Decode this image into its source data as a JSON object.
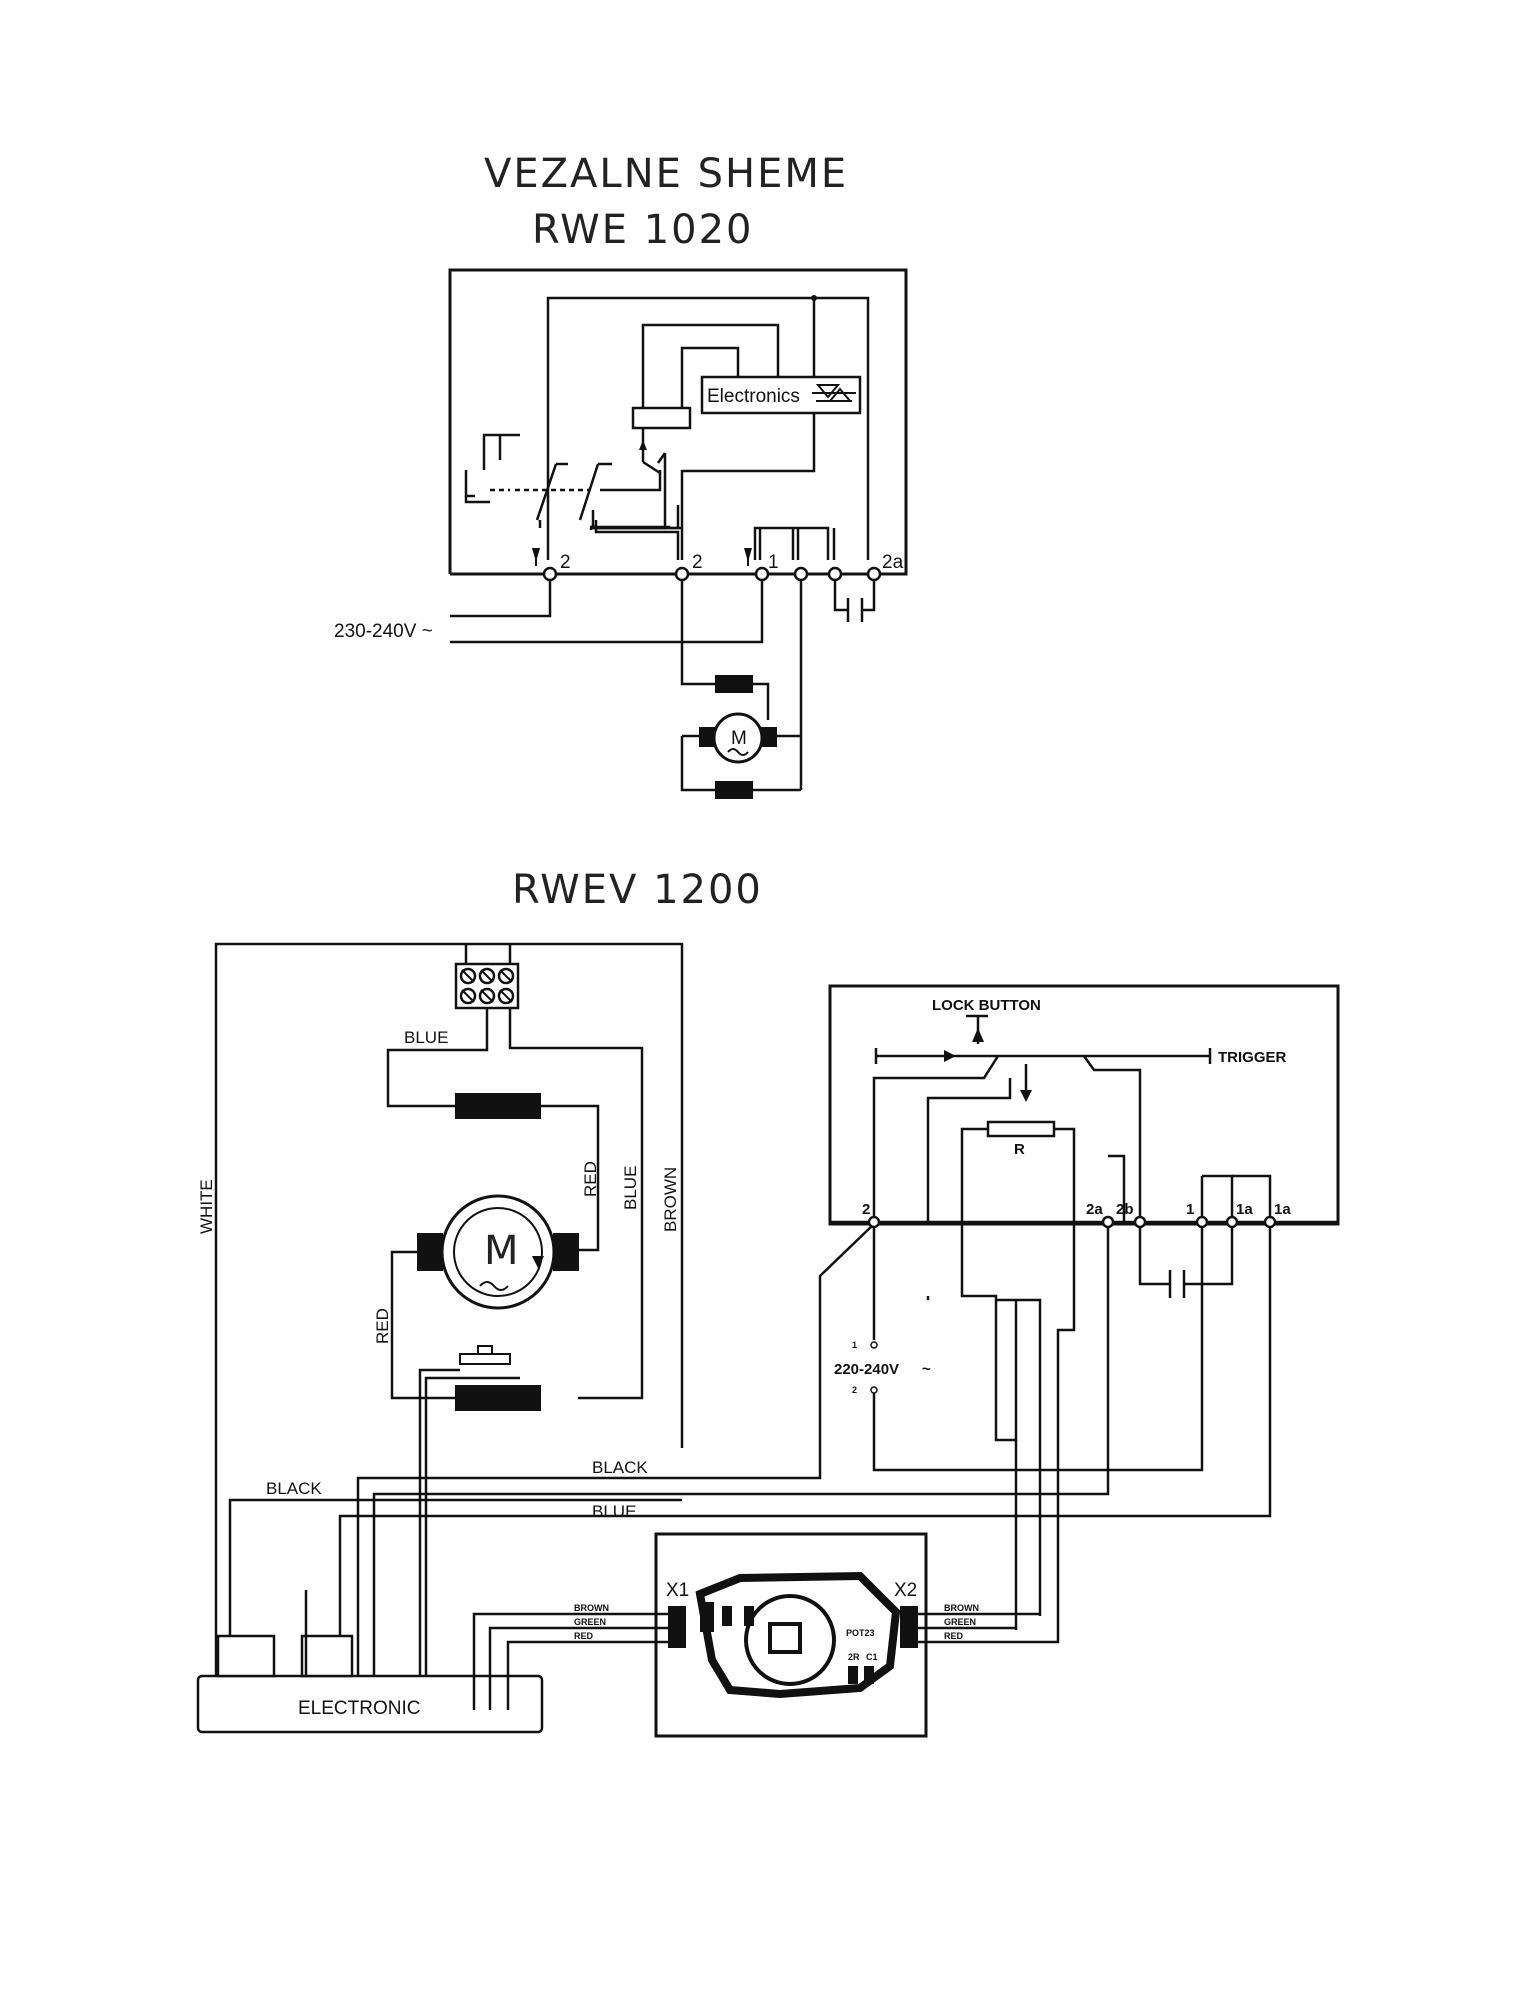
{
  "titles": {
    "main": "VEZALNE SHEME",
    "model_a": "RWE 1020",
    "model_b": "RWEV 1200"
  },
  "rwe1020": {
    "electronics_label": "Electronics",
    "supply_label": "230-240V ~",
    "terminals": [
      "2",
      "2",
      "1",
      "2a"
    ],
    "motor_label": "M"
  },
  "rwev1200": {
    "wire_labels": {
      "blue_top": "BLUE",
      "red_right": "RED",
      "blue_vertical": "BLUE",
      "brown_vertical": "BROWN",
      "white_vertical": "WHITE",
      "red_left": "RED",
      "black_left": "BLACK",
      "black_middle": "BLACK",
      "blue_middle": "BLUE"
    },
    "motor_label": "M",
    "switch": {
      "lock_button": "LOCK BUTTON",
      "trigger": "TRIGGER",
      "resistor": "R",
      "terminals": [
        "2",
        "2a",
        "2b",
        "1",
        "1a",
        "1a"
      ],
      "supply_label": "220-240V",
      "supply_symbol": "~",
      "supply_pins": [
        "1",
        "2"
      ]
    },
    "electronic_label": "ELECTRONIC",
    "pcb": {
      "x1": "X1",
      "x2": "X2",
      "wires_left": [
        "BROWN",
        "GREEN",
        "RED"
      ],
      "wires_right": [
        "BROWN",
        "GREEN",
        "RED"
      ],
      "chip_label": "POT23",
      "marks": [
        "2R",
        "C1"
      ]
    }
  }
}
